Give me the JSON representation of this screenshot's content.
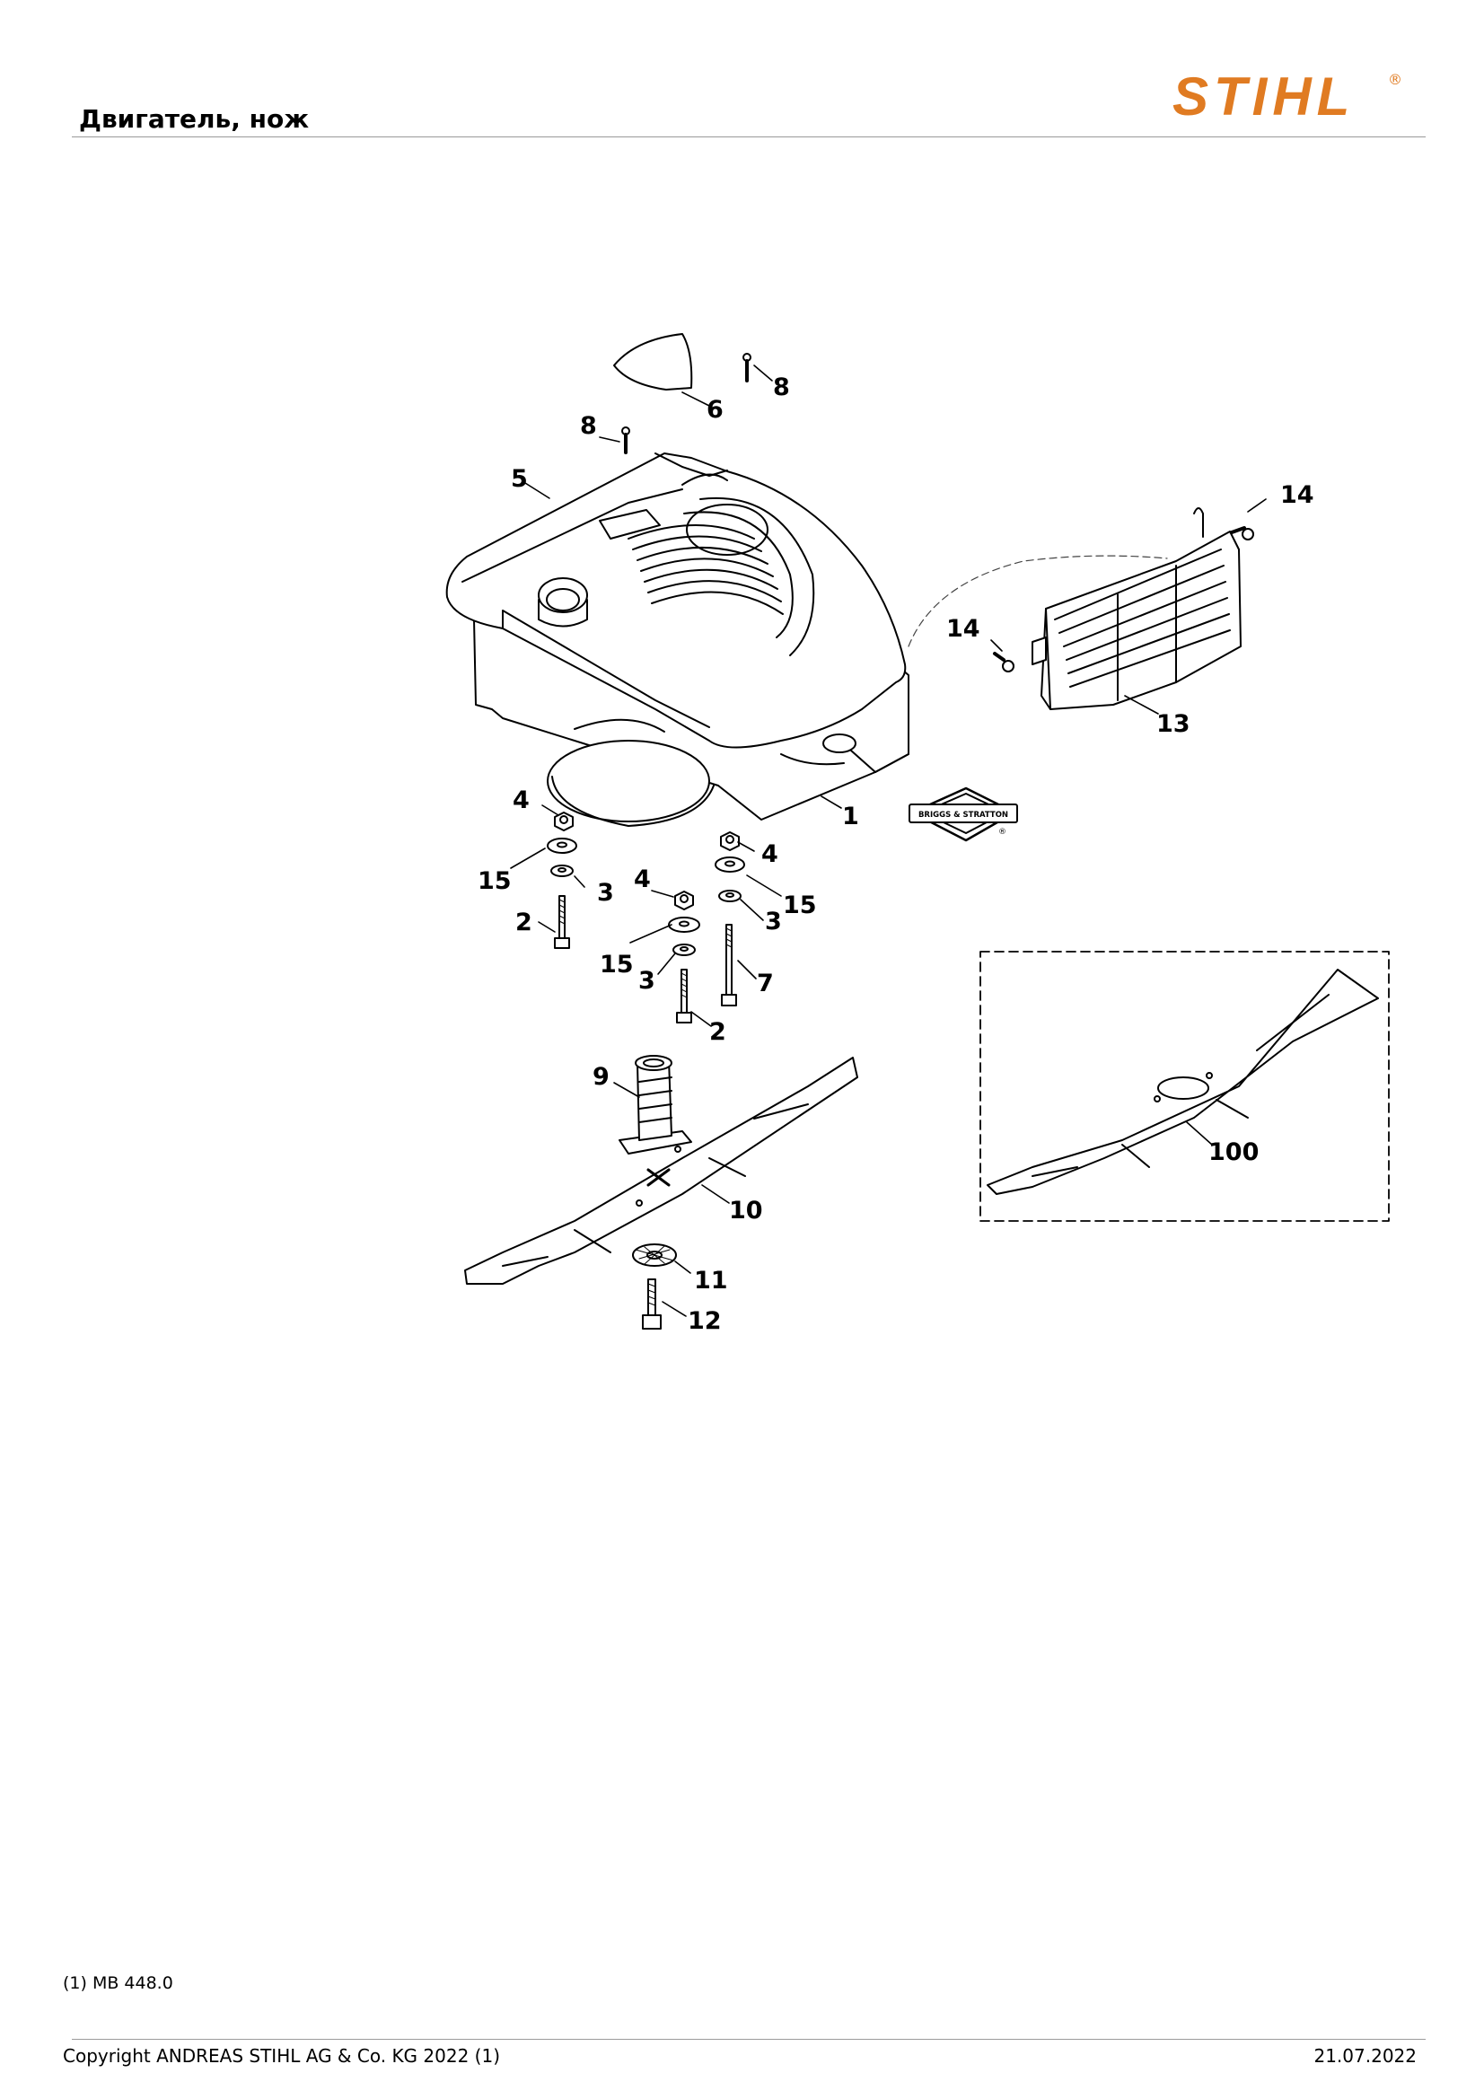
{
  "header": {
    "title": "Двигатель, нож",
    "logo_text": "STIHL",
    "logo_mark": "®",
    "brand_color": "#e07b22"
  },
  "diagram": {
    "callouts": [
      "1",
      "2",
      "2",
      "3",
      "3",
      "3",
      "4",
      "4",
      "4",
      "5",
      "6",
      "7",
      "8",
      "8",
      "9",
      "10",
      "11",
      "12",
      "13",
      "14",
      "14",
      "15",
      "15",
      "15",
      "100"
    ],
    "engine_badge_text": "BRIGGS & STRATTON",
    "engine_badge_mark": "®"
  },
  "footer": {
    "note": "(1) MB 448.0",
    "copyright": "Copyright ANDREAS STIHL AG & Co. KG 2022 (1)",
    "date": "21.07.2022"
  }
}
